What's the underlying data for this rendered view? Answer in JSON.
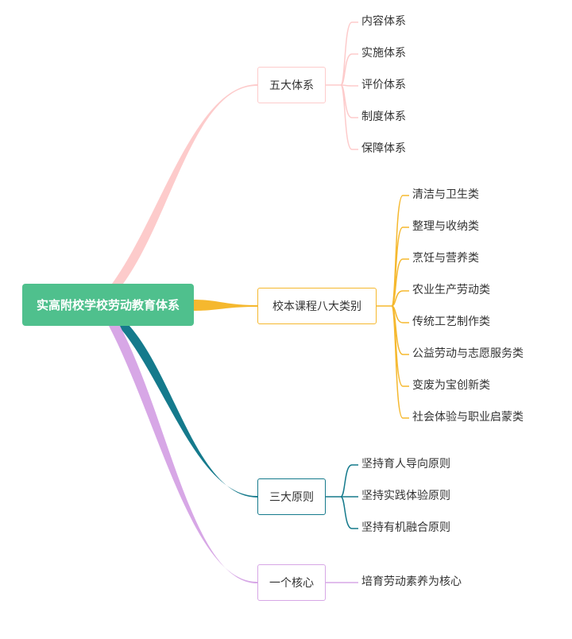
{
  "root": {
    "label": "实高附校学校劳动教育体系",
    "color": "#4fc08d"
  },
  "branches": [
    {
      "label": "五大体系",
      "color": "#fdcbcb",
      "children": [
        "内容体系",
        "实施体系",
        "评价体系",
        "制度体系",
        "保障体系"
      ]
    },
    {
      "label": "校本课程八大类别",
      "color": "#f5b82e",
      "children": [
        "清洁与卫生类",
        "整理与收纳类",
        "烹饪与营养类",
        "农业生产劳动类",
        "传统工艺制作类",
        "公益劳动与志愿服务类",
        "变废为宝创新类",
        "社会体验与职业启蒙类"
      ]
    },
    {
      "label": "三大原则",
      "color": "#157a8c",
      "children": [
        "坚持育人导向原则",
        "坚持实践体验原则",
        "坚持有机融合原则"
      ]
    },
    {
      "label": "一个核心",
      "color": "#d7a7e6",
      "children": [
        "培育劳动素养为核心"
      ]
    }
  ]
}
